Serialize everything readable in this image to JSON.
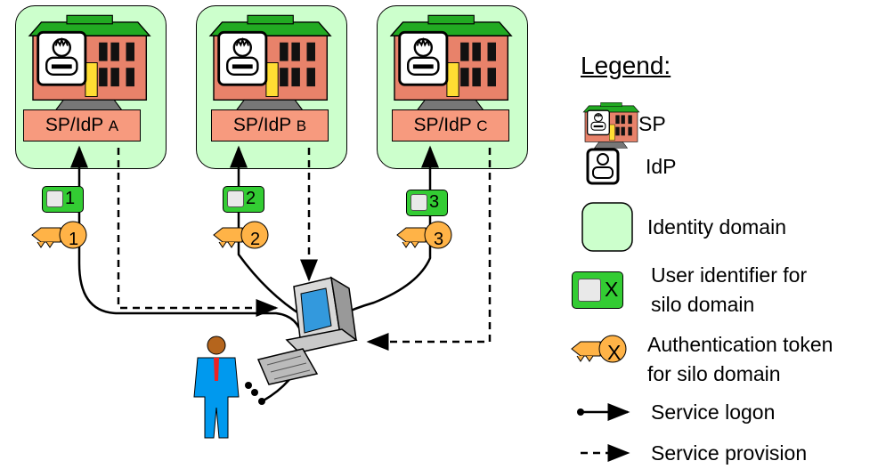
{
  "nodes": [
    {
      "id": "A",
      "label": "SP/IdP",
      "letter": "A",
      "uid": "1",
      "token": "1"
    },
    {
      "id": "B",
      "label": "SP/IdP",
      "letter": "B",
      "uid": "2",
      "token": "2"
    },
    {
      "id": "C",
      "label": "SP/IdP",
      "letter": "C",
      "uid": "3",
      "token": "3"
    }
  ],
  "legend": {
    "title": "Legend:",
    "sp": "SP",
    "idp": "IdP",
    "identity_domain": "Identity domain",
    "user_identifier": [
      "User identifier for",
      "silo domain"
    ],
    "user_identifier_symbol": "X",
    "auth_token": [
      "Authentication token",
      "for silo domain"
    ],
    "auth_token_symbol": "X",
    "service_logon": "Service logon",
    "service_provision": "Service provision"
  },
  "colors": {
    "domain_fill": "#ccffcc",
    "sp_label_fill": "#f79a7e",
    "uid_fill": "#33cc33",
    "token_fill": "#ffb347",
    "building_wall": "#e8826a",
    "building_roof": "#22aa22"
  },
  "icons": [
    "building-icon",
    "idp-badge-icon",
    "user-face-icon",
    "key-icon",
    "computer-icon",
    "person-icon",
    "arrow-icon"
  ]
}
